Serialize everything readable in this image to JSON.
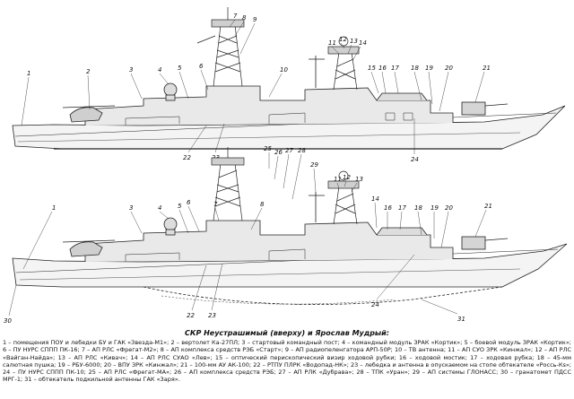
{
  "diagram": {
    "caption": "СКР Неустрашимый (вверху) и Ярослав Мудрый:",
    "legend_text": "1 – помещения ПОУ и лебедки БУ и ГАК «Звезда-М1»; 2 – вертолет Ка-27ПЛ; 3 – стартовый командный пост; 4 – командный модуль ЗРАК «Кортик»; 5 – боевой модуль ЗРАК «Кортик»; 6 – ПУ НУРС СППП ПК-16; 7 – АП РЛС «Фрегат-М2»; 8 – АП комплекса средств РЭБ «Старт»; 9 – АП радиопеленгатора АРП-50Р; 10 – ТВ антенна; 11 – АП СУО ЗРК «Кинжал»; 12 – АП РЛС «Вайган-Найда»; 13 – АП РЛС «Кивач»; 14 – АП РЛС СУАО «Лев»; 15 – оптический перископический визир ходовой рубки; 16 – ходовой мостик; 17 – ходовая рубка; 18 – 45-мм салютная пушка; 19 – РБУ-6000; 20 – ВПУ ЗРК «Кинжал»; 21 – 100-мм АУ АК-100; 22 – РТПУ ПЛРК «Водопад-НК»; 23 – лебедка и антенна в опускаемом на стопе обтекателе «Россь-Кs»; 24 – ПУ НУРС СППП ПК-10; 25 – АП РЛС «Фрегат-МА»; 26 – АП комплекса средств РЭБ; 27 – АП РЛК «Дубрава»; 28 – ТПК «Уран»; 29 – АП системы ГЛОНАСС; 30 – гранатомет ПДСС МРГ-1; 31 – обтекатель подкильной антенны ГАК «Заря».",
    "top_ship_labels": [
      "1",
      "2",
      "3",
      "4",
      "5",
      "6",
      "7",
      "8",
      "9",
      "10",
      "11",
      "12",
      "13",
      "14",
      "15",
      "16",
      "17",
      "18",
      "19",
      "20",
      "21",
      "22",
      "23",
      "24"
    ],
    "bottom_ship_labels": [
      "1",
      "3",
      "4",
      "5",
      "6",
      "7",
      "8",
      "11",
      "12",
      "13",
      "14",
      "16",
      "17",
      "18",
      "19",
      "20",
      "21",
      "22",
      "23",
      "24",
      "25",
      "26",
      "27",
      "28",
      "29",
      "30",
      "31"
    ]
  }
}
